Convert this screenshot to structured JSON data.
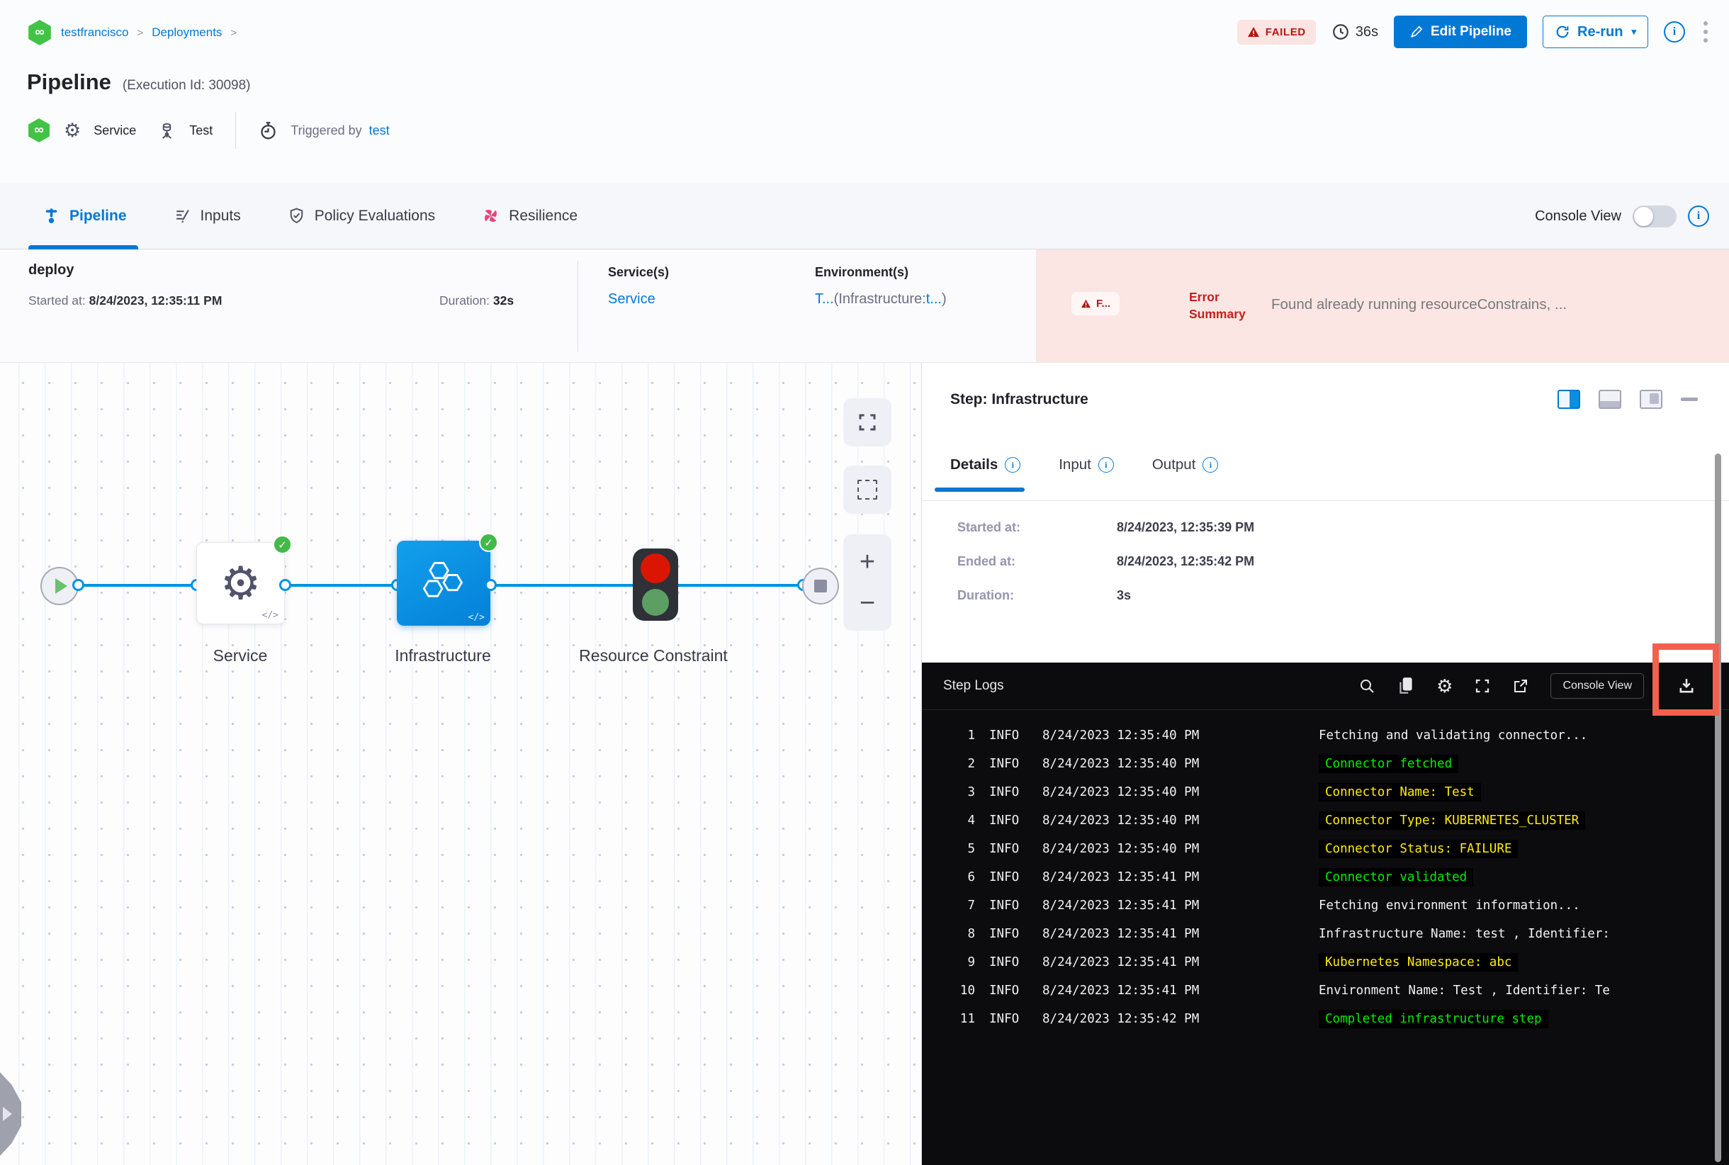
{
  "breadcrumb": {
    "project": "testfrancisco",
    "section": "Deployments",
    "separator": ">"
  },
  "header": {
    "status": "FAILED",
    "elapsed": "36s",
    "edit_button": "Edit Pipeline",
    "rerun_button": "Re-run",
    "title": "Pipeline",
    "execution_id": "(Execution Id: 30098)",
    "service_label": "Service",
    "environment_label": "Test",
    "triggered_by_label": "Triggered by",
    "triggered_by_value": "test"
  },
  "tabs": [
    {
      "label": "Pipeline",
      "active": true
    },
    {
      "label": "Inputs",
      "active": false
    },
    {
      "label": "Policy Evaluations",
      "active": false
    },
    {
      "label": "Resilience",
      "active": false
    }
  ],
  "console_view": {
    "label": "Console View",
    "enabled": false
  },
  "stage": {
    "name": "deploy",
    "started_label": "Started at:",
    "started_value": "8/24/2023, 12:35:11 PM",
    "duration_label": "Duration:",
    "duration_value": "32s",
    "services_label": "Service(s)",
    "services_value": "Service",
    "environments_label": "Environment(s)",
    "env_link_1": "T...",
    "env_mid": "(Infrastructure:",
    "env_link_2": "t...",
    "env_close": ")",
    "error_badge": "F...",
    "error_summary_label": "Error Summary",
    "error_summary_text": "Found already running resourceConstrains, ..."
  },
  "graph": {
    "nodes": [
      {
        "label": "Service"
      },
      {
        "label": "Infrastructure"
      },
      {
        "label": "Resource Constraint"
      }
    ],
    "zoom_in": "+",
    "zoom_out": "−"
  },
  "step_panel": {
    "title": "Step: Infrastructure",
    "tabs": [
      "Details",
      "Input",
      "Output"
    ],
    "details": [
      {
        "label": "Started at:",
        "value": "8/24/2023, 12:35:39 PM"
      },
      {
        "label": "Ended at:",
        "value": "8/24/2023, 12:35:42 PM"
      },
      {
        "label": "Duration:",
        "value": "3s"
      }
    ]
  },
  "logs": {
    "title": "Step Logs",
    "console_view_button": "Console View",
    "lines": [
      {
        "num": "1",
        "level": "INFO",
        "time": "8/24/2023 12:35:40 PM",
        "msg": "Fetching and validating connector...",
        "color": "white",
        "chip": false
      },
      {
        "num": "2",
        "level": "INFO",
        "time": "8/24/2023 12:35:40 PM",
        "msg": "Connector fetched",
        "color": "green",
        "chip": true
      },
      {
        "num": "3",
        "level": "INFO",
        "time": "8/24/2023 12:35:40 PM",
        "msg": "Connector Name: Test",
        "color": "yellow",
        "chip": true
      },
      {
        "num": "4",
        "level": "INFO",
        "time": "8/24/2023 12:35:40 PM",
        "msg": "Connector Type: KUBERNETES_CLUSTER",
        "color": "yellow",
        "chip": true
      },
      {
        "num": "5",
        "level": "INFO",
        "time": "8/24/2023 12:35:40 PM",
        "msg": "Connector Status: FAILURE",
        "color": "yellow",
        "chip": true
      },
      {
        "num": "6",
        "level": "INFO",
        "time": "8/24/2023 12:35:41 PM",
        "msg": "Connector validated",
        "color": "green",
        "chip": true
      },
      {
        "num": "7",
        "level": "INFO",
        "time": "8/24/2023 12:35:41 PM",
        "msg": "Fetching environment information...",
        "color": "white",
        "chip": false
      },
      {
        "num": "8",
        "level": "INFO",
        "time": "8/24/2023 12:35:41 PM",
        "msg": "Infrastructure Name: test , Identifier:",
        "color": "white",
        "chip": false
      },
      {
        "num": "9",
        "level": "INFO",
        "time": "8/24/2023 12:35:41 PM",
        "msg": "Kubernetes Namespace: abc",
        "color": "yellow",
        "chip": true
      },
      {
        "num": "10",
        "level": "INFO",
        "time": "8/24/2023 12:35:41 PM",
        "msg": "Environment Name: Test , Identifier: Te",
        "color": "white",
        "chip": false
      },
      {
        "num": "11",
        "level": "INFO",
        "time": "8/24/2023 12:35:42 PM",
        "msg": "Completed infrastructure step",
        "color": "green",
        "chip": true
      }
    ]
  },
  "icons": {
    "module": "infinity-hexagon",
    "service": "gear",
    "environment": "service-discovery",
    "trigger": "stopwatch",
    "status": "warning-triangle",
    "elapsed": "clock",
    "edit": "pencil",
    "rerun": "refresh",
    "logs_toolbar": [
      "search",
      "copy",
      "gear",
      "fullscreen",
      "open-in-new",
      "download"
    ]
  },
  "colors": {
    "accent_blue": "#0278d5",
    "node_blue": "#0989e3",
    "success_green": "#43b94a",
    "failed_red": "#b41710",
    "error_bg_pink": "#fbe6e4",
    "console_bg": "#0c0c0f",
    "log_green": "#00ef00",
    "log_yellow": "#ffee00",
    "highlight_red_box": "#f4604e"
  }
}
